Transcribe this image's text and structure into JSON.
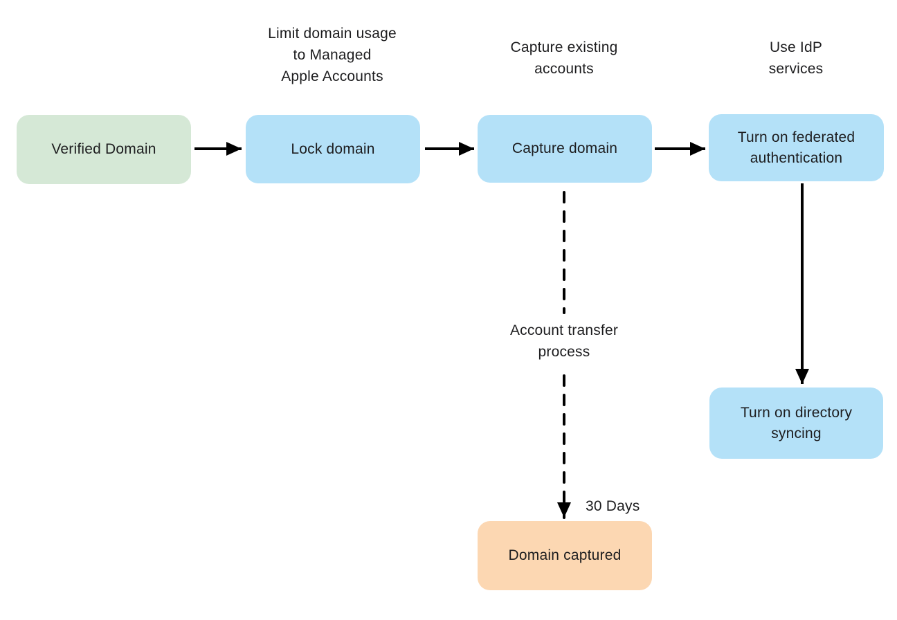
{
  "colors": {
    "node-green": "#d5e8d6",
    "node-blue": "#b4e1f8",
    "node-orange": "#fcd7b2",
    "text": "#1d1d1f",
    "arrow": "#000000"
  },
  "nodes": {
    "verified_domain": {
      "label": "Verified Domain"
    },
    "lock_domain": {
      "label": "Lock domain"
    },
    "capture_domain": {
      "label": "Capture domain"
    },
    "federated_auth": {
      "label": "Turn on federated\nauthentication"
    },
    "directory_syncing": {
      "label": "Turn on directory\nsyncing"
    },
    "domain_captured": {
      "label": "Domain captured"
    }
  },
  "annotations": {
    "lock_note": "Limit domain usage\nto Managed\nApple Accounts",
    "capture_note": "Capture existing\naccounts",
    "idp_note": "Use IdP\nservices",
    "transfer_note": "Account transfer\nprocess",
    "duration_note": "30 Days"
  }
}
